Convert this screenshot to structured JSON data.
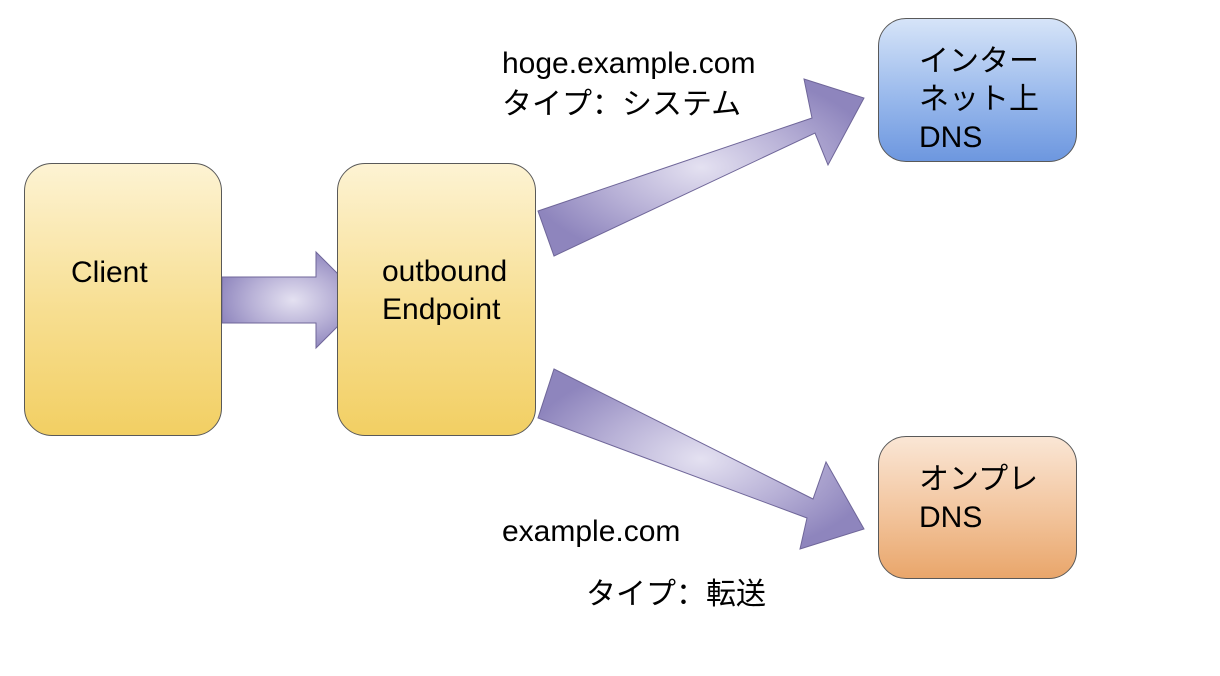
{
  "nodes": {
    "client": {
      "label": "Client"
    },
    "outbound": {
      "lines": [
        "outbound",
        "Endpoint"
      ]
    },
    "internet_dns": {
      "lines": [
        "インター",
        "ネット上",
        "DNS"
      ]
    },
    "onprem_dns": {
      "lines": [
        "オンプレ",
        "DNS"
      ]
    }
  },
  "rules": {
    "system": {
      "domain": "hoge.example.com",
      "type": "タイプ：システム"
    },
    "forward": {
      "domain": "example.com",
      "type": "タイプ：転送"
    }
  },
  "colors": {
    "box_yellow": "#f7de90",
    "box_blue": "#99b9ec",
    "box_orange": "#f2c49c",
    "arrow": "#8e85bd",
    "arrow_highlight": "#e4e1f1",
    "outline": "#595959"
  }
}
